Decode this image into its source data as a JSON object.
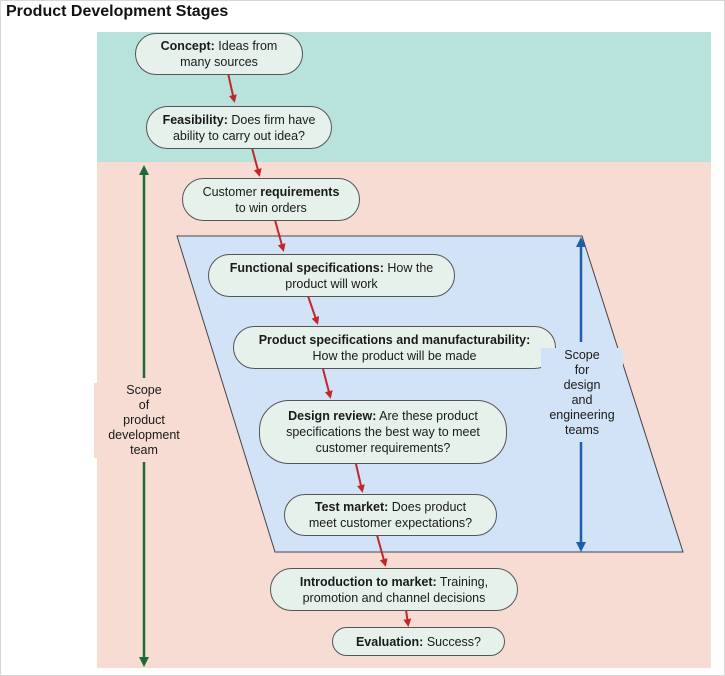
{
  "title": "Product Development Stages",
  "stages": [
    {
      "bold": "Concept:",
      "text": " Ideas from",
      "line2": "many sources"
    },
    {
      "bold": "Feasibility:",
      "text": " Does firm have",
      "line2": "ability to carry out idea?"
    },
    {
      "pre": "Customer ",
      "bold": "requirements",
      "line2": "to win orders"
    },
    {
      "bold": "Functional specifications:",
      "text": " How the",
      "line2": "product will work"
    },
    {
      "bold": "Product specifications and manufacturability:",
      "text": "",
      "line2": "How the product will be made"
    },
    {
      "bold": "Design review:",
      "text": " Are these product",
      "line2": "specifications the best way to meet",
      "line3": "customer requirements?"
    },
    {
      "bold": "Test market:",
      "text": " Does product",
      "line2": "meet customer expectations?"
    },
    {
      "bold": "Introduction to market:",
      "text": " Training,",
      "line2": "promotion and channel decisions"
    },
    {
      "bold": "Evaluation:",
      "text": " Success?"
    }
  ],
  "scope_product_team": [
    "Scope",
    "of",
    "product",
    "development",
    "team"
  ],
  "scope_design_teams": [
    "Scope",
    "for",
    "design",
    "and",
    "engineering",
    "teams"
  ],
  "colors": {
    "top_band": "#b8e3dc",
    "bottom_band": "#f7dcd3",
    "parallelogram": "#d3e3f7",
    "green_arrow": "#1e6b33",
    "blue_arrow": "#1f5fa8",
    "red_arrow": "#c0272d"
  }
}
